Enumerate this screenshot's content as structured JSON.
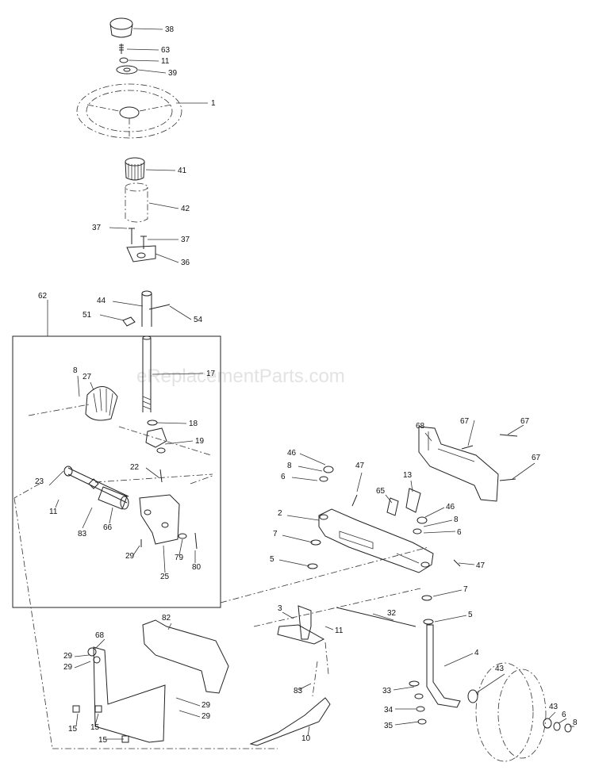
{
  "watermark": "eReplacementParts.com",
  "callouts": [
    "38",
    "63",
    "11",
    "39",
    "1",
    "41",
    "42",
    "37",
    "37",
    "36",
    "62",
    "44",
    "51",
    "54",
    "17",
    "8",
    "27",
    "18",
    "19",
    "22",
    "23",
    "11",
    "83",
    "66",
    "29",
    "79",
    "80",
    "25",
    "68",
    "67",
    "67",
    "67",
    "46",
    "8",
    "6",
    "47",
    "65",
    "13",
    "2",
    "46",
    "8",
    "6",
    "7",
    "5",
    "47",
    "82",
    "3",
    "11",
    "32",
    "7",
    "5",
    "4",
    "68",
    "29",
    "29",
    "83",
    "10",
    "43",
    "43",
    "6",
    "8",
    "29",
    "29",
    "15",
    "15",
    "15",
    "33",
    "34",
    "35"
  ]
}
